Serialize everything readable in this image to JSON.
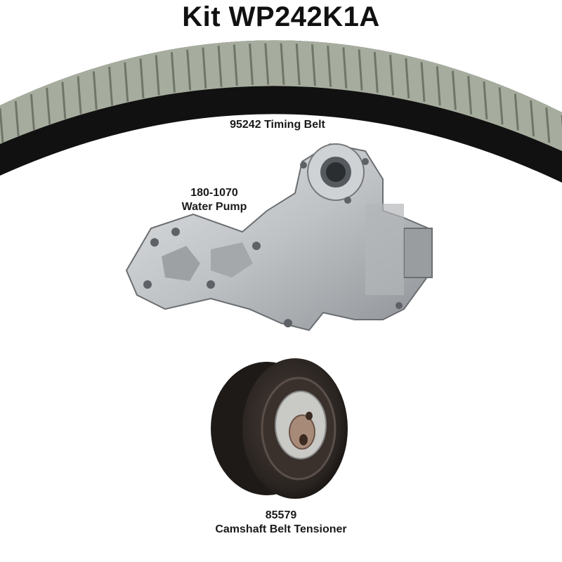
{
  "title": "Kit WP242K1A",
  "parts": {
    "belt": {
      "number": "95242",
      "name": "Timing Belt"
    },
    "pump": {
      "number": "180-1070",
      "name": "Water Pump"
    },
    "tensioner": {
      "number": "85579",
      "name": "Camshaft Belt Tensioner"
    }
  },
  "colors": {
    "belt_tooth": "#a7ad9e",
    "belt_back": "#111111",
    "pump_metal": "#bfc2c5",
    "tensioner": "#2a2421"
  }
}
